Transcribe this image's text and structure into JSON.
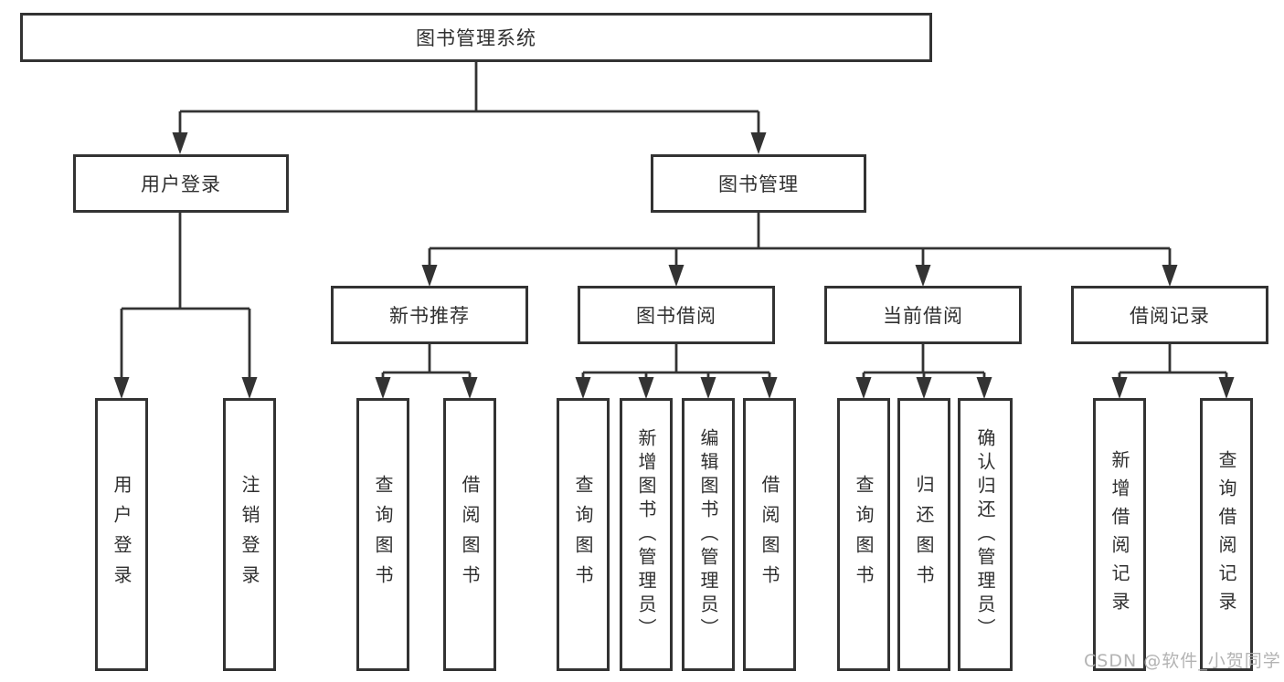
{
  "diagram": {
    "nodes": {
      "root": "图书管理系统",
      "user_login": "用户登录",
      "book_mgmt": "图书管理",
      "new_book_rec": "新书推荐",
      "book_borrow": "图书借阅",
      "current_borrow": "当前借阅",
      "borrow_record": "借阅记录",
      "leaf_user_login": "用户登录",
      "leaf_logout": "注销登录",
      "rec_query_book": "查询图书",
      "rec_borrow_book": "借阅图书",
      "bb_query_book": "查询图书",
      "bb_add_book": "新增图书（管理员）",
      "bb_edit_book": "编辑图书（管理员）",
      "bb_borrow_book": "借阅图书",
      "cb_query_book": "查询图书",
      "cb_return_book": "归还图书",
      "cb_confirm_return": "确认归还（管理员）",
      "br_add_record": "新增借阅记录",
      "br_query_record": "查询借阅记录"
    },
    "watermark": "CSDN @软件_小贺同学",
    "colors": {
      "line": "#333333",
      "text": "#2f2f2f",
      "watermark": "#afafaf",
      "background": "#ffffff"
    }
  }
}
